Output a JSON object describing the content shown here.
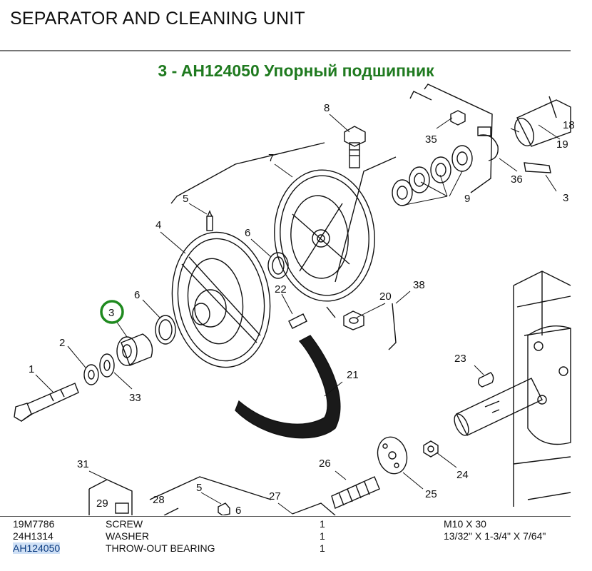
{
  "header": {
    "title": "SEPARATOR AND CLEANING UNIT"
  },
  "highlight": {
    "title": "3 - AH124050 Упорный подшипник",
    "color": "#1f7a1f"
  },
  "diagram": {
    "callouts": {
      "c1": "1",
      "c2": "2",
      "c3": "3",
      "c4": "4",
      "c5": "5",
      "c5b": "5",
      "c6a": "6",
      "c6b": "6",
      "c6c": "6",
      "c7": "7",
      "c8": "8",
      "c9": "9",
      "c18": "18",
      "c19": "19",
      "c3r": "3",
      "c20": "20",
      "c21": "21",
      "c22": "22",
      "c23": "23",
      "c24": "24",
      "c25": "25",
      "c26": "26",
      "c27": "27",
      "c28": "28",
      "c29": "29",
      "c31": "31",
      "c33": "33",
      "c35": "35",
      "c36": "36",
      "c38": "38"
    }
  },
  "parts_table": {
    "rows": [
      {
        "part": "19M7786",
        "description": "SCREW",
        "qty": "1",
        "spec": "M10 X 30"
      },
      {
        "part": "24H1314",
        "description": "WASHER",
        "qty": "1",
        "spec": "13/32\" X 1-3/4\" X 7/64\""
      },
      {
        "part": "AH124050",
        "description": "THROW-OUT BEARING",
        "qty": "1",
        "spec": ""
      }
    ],
    "selected_row": 2
  }
}
